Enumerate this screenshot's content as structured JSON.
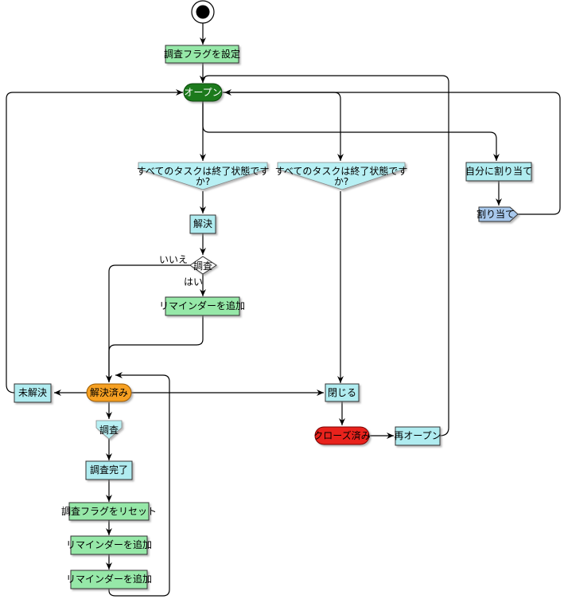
{
  "colors": {
    "action_fill": "#96e8a8",
    "action_alt_fill": "#b0ecf0",
    "state_open": "#1a7a1a",
    "state_resolved": "#f6a020",
    "state_closed": "#e8221c",
    "decision_fill": "#b8f0f4",
    "signal_fill": "#a8c8ec",
    "line": "#000000"
  },
  "start": {
    "icon": "start-node-icon"
  },
  "nodes": {
    "set_flag": "調査フラグを設定",
    "open": "オープン",
    "check1": "すべてのタスクは終了状態ですか?",
    "check1_line1": "すべてのタスクは終了状態です",
    "check1_line2": "か?",
    "check2_line1": "すべてのタスクは終了状態です",
    "check2_line2": "か?",
    "assign_self": "自分に割り当て",
    "assign_signal": "割り当て",
    "resolve": "解決",
    "investigate_decision": "調査",
    "label_no": "いいえ",
    "label_yes": "はい",
    "add_reminder_1": "リマインダーを追加",
    "unresolved": "未解決",
    "resolved": "解決済み",
    "close": "閉じる",
    "investigate_signal": "調査",
    "closed": "クローズ済み",
    "reopen": "再オープン",
    "investigation_done": "調査完了",
    "reset_flag": "調査フラグをリセット",
    "add_reminder_2": "リマインダーを追加",
    "add_reminder_3": "リマインダーを追加"
  }
}
